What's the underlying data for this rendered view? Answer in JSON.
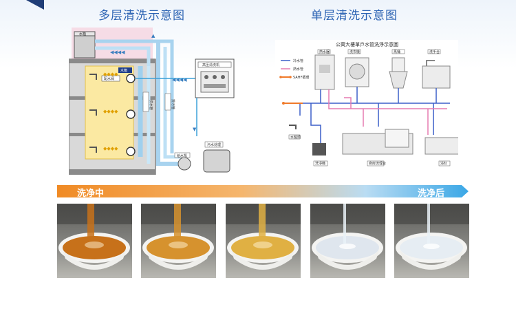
{
  "header": {
    "multi_title": "多层清洗示意图",
    "single_title": "单层清洗示意图"
  },
  "multi_diagram": {
    "labels": {
      "tank_top": "水箱",
      "tank_mid": "水箱",
      "valve": "配水阀",
      "cleaner": "高压清洗机",
      "supply_pipe": "供水管",
      "return_pipe": "排污管",
      "pump": "给水泵",
      "drain_tank": "污水处理"
    }
  },
  "single_diagram": {
    "title": "公寓大樓單戶水管洗淨示意圖",
    "legend": {
      "cold": "冷水管",
      "hot": "熱水管",
      "flush": "SAHF循環"
    },
    "fixture_labels": {
      "heater": "熱水器",
      "washer": "洗衣機",
      "toilet": "馬桶",
      "basin": "洗手台",
      "faucet": "水龍頭",
      "drainbox": "洗淨機",
      "kitchen": "廚房流理台",
      "sink": "浴缸"
    },
    "colors": {
      "cold": "#3b5fc9",
      "hot": "#e57ab0",
      "flush": "#f07a2a"
    }
  },
  "progress": {
    "start_label": "洗净中",
    "end_label": "洗净后",
    "colors": {
      "start": "#f08a24",
      "end": "#3aa7e6"
    }
  },
  "photos": [
    {
      "name": "photo-stage-1",
      "water": "#c7711a"
    },
    {
      "name": "photo-stage-2",
      "water": "#d6922e"
    },
    {
      "name": "photo-stage-3",
      "water": "#e0b043"
    },
    {
      "name": "photo-stage-4",
      "water": "#dfe6ee"
    },
    {
      "name": "photo-stage-5",
      "water": "#e6edf3"
    }
  ]
}
